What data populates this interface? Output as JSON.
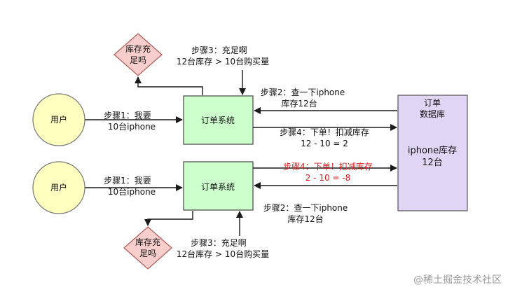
{
  "users": [
    "用户",
    "用户"
  ],
  "order_systems": [
    "订单系统",
    "订单系统"
  ],
  "diamonds": [
    [
      "库存充",
      "足吗"
    ],
    [
      "库存充",
      "足吗"
    ]
  ],
  "database": {
    "title_lines": [
      "订单",
      "数据库"
    ],
    "stock_lines": [
      "iphone库存",
      "12台"
    ]
  },
  "top_flow": {
    "step1": [
      "步骤1：我要",
      "10台iphone"
    ],
    "step2": [
      "步骤2：查一下iphone",
      "库存12台"
    ],
    "step3": [
      "步骤3：充足啊",
      "12台库存 > 10台购买量"
    ],
    "step4": [
      "步骤4：下单！扣减库存",
      "12 - 10 = 2"
    ]
  },
  "bottom_flow": {
    "step1": [
      "步骤1：我要",
      "10台iphone"
    ],
    "step2": [
      "步骤2：查一下iphone",
      "库存12台"
    ],
    "step3": [
      "步骤3：充足啊",
      "12台库存 > 10台购买量"
    ],
    "step4": [
      "步骤4：下单！扣减库存",
      "2 - 10 = -8"
    ]
  },
  "watermark": "@稀土掘金技术社区",
  "colors": {
    "user_fill": "#ffffc0",
    "order_fill": "#ccffcc",
    "diamond_fill": "#f8cecc",
    "db_fill": "#e1d5f5",
    "warning_text": "#d81e1e"
  }
}
